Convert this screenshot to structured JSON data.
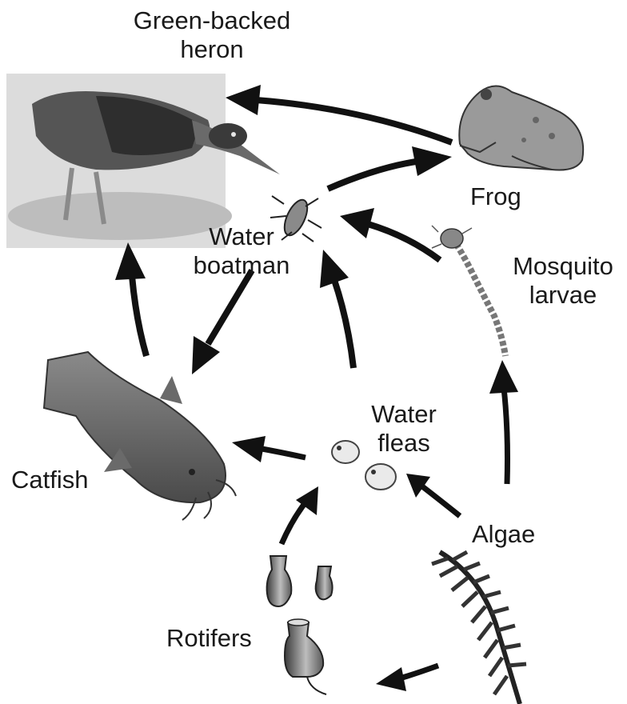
{
  "diagram": {
    "organisms": {
      "heron": {
        "label_line1": "Green-backed",
        "label_line2": "heron"
      },
      "frog": {
        "label": "Frog"
      },
      "water_boatman": {
        "label_line1": "Water",
        "label_line2": "boatman"
      },
      "mosquito_larvae": {
        "label_line1": "Mosquito",
        "label_line2": "larvae"
      },
      "catfish": {
        "label": "Catfish"
      },
      "water_fleas": {
        "label_line1": "Water",
        "label_line2": "fleas"
      },
      "algae": {
        "label": "Algae"
      },
      "rotifers": {
        "label": "Rotifers"
      }
    },
    "feeding_links": [
      {
        "from": "frog",
        "to": "heron"
      },
      {
        "from": "water_boatman",
        "to": "frog"
      },
      {
        "from": "mosquito_larvae",
        "to": "water_boatman"
      },
      {
        "from": "water_boatman",
        "to": "catfish"
      },
      {
        "from": "catfish",
        "to": "heron"
      },
      {
        "from": "water_fleas",
        "to": "water_boatman"
      },
      {
        "from": "water_fleas",
        "to": "catfish"
      },
      {
        "from": "algae",
        "to": "water_fleas"
      },
      {
        "from": "algae",
        "to": "mosquito_larvae"
      },
      {
        "from": "rotifers",
        "to": "water_fleas"
      },
      {
        "from": "algae",
        "to": "rotifers"
      }
    ],
    "colors": {
      "arrow": "#111111",
      "text": "#1a1a1a"
    }
  }
}
